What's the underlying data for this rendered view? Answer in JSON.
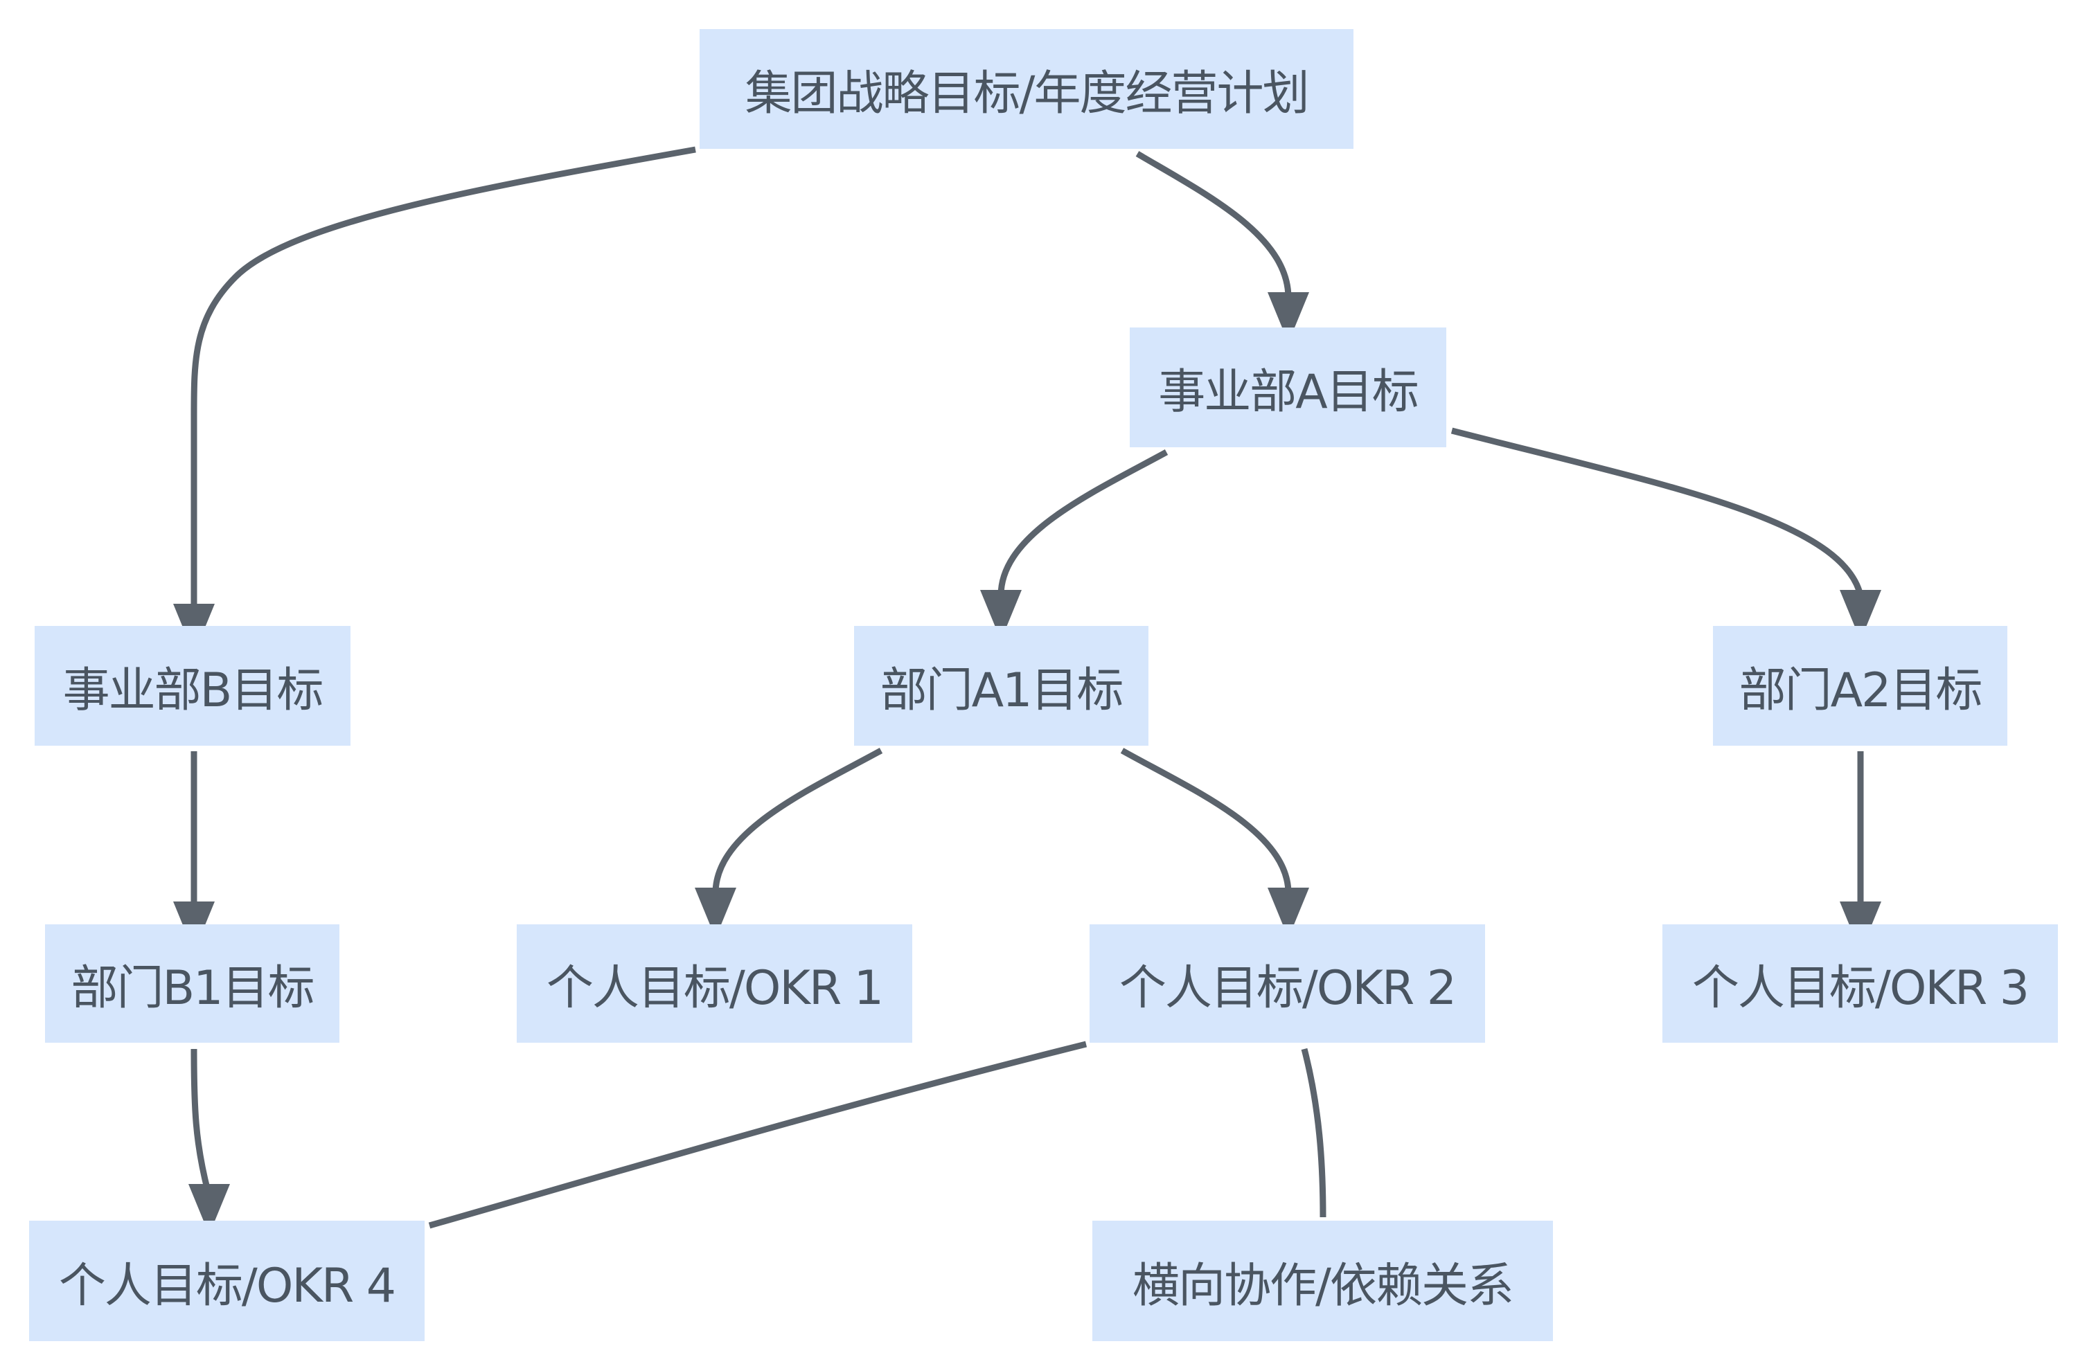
{
  "diagram": {
    "type": "flowchart",
    "colors": {
      "node_fill": "#d6e6fc",
      "node_text": "#4a5561",
      "edge": "#5b636c",
      "background": "#ffffff"
    },
    "nodes": {
      "root": "集团战略目标/年度经营计划",
      "bu_a": "事业部A目标",
      "bu_b": "事业部B目标",
      "dept_a1": "部门A1目标",
      "dept_a2": "部门A2目标",
      "dept_b1": "部门B1目标",
      "okr1": "个人目标/OKR 1",
      "okr2": "个人目标/OKR 2",
      "okr3": "个人目标/OKR 3",
      "okr4": "个人目标/OKR 4",
      "collab": "横向协作/依赖关系"
    },
    "edges": [
      {
        "from": "root",
        "to": "bu_b",
        "arrow": true
      },
      {
        "from": "root",
        "to": "bu_a",
        "arrow": true
      },
      {
        "from": "bu_a",
        "to": "dept_a1",
        "arrow": true
      },
      {
        "from": "bu_a",
        "to": "dept_a2",
        "arrow": true
      },
      {
        "from": "bu_b",
        "to": "dept_b1",
        "arrow": true
      },
      {
        "from": "dept_a1",
        "to": "okr1",
        "arrow": true
      },
      {
        "from": "dept_a1",
        "to": "okr2",
        "arrow": true
      },
      {
        "from": "dept_a2",
        "to": "okr3",
        "arrow": true
      },
      {
        "from": "dept_b1",
        "to": "okr4",
        "arrow": true
      },
      {
        "from": "okr2",
        "to": "okr4",
        "arrow": false
      },
      {
        "from": "okr2",
        "to": "collab",
        "arrow": false
      }
    ]
  }
}
